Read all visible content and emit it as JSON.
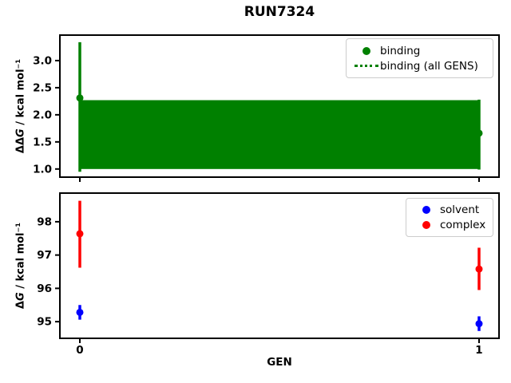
{
  "figure": {
    "title": "RUN7324",
    "background_color": "#ffffff",
    "spine_color": "#000000",
    "legend_border_color": "#cccccc"
  },
  "chart_data": [
    {
      "type": "errorbar",
      "ylabel": "ΔΔG / kcal mol⁻¹",
      "ylabel_parts": {
        "prefix": "ΔΔ",
        "var": "G",
        "suffix": " / kcal mol⁻¹"
      },
      "xlim": [
        -0.05,
        1.05
      ],
      "ylim": [
        0.85,
        3.47
      ],
      "yticks": [
        1.0,
        1.5,
        2.0,
        2.5,
        3.0
      ],
      "ytick_labels": [
        "1.0",
        "1.5",
        "2.0",
        "2.5",
        "3.0"
      ],
      "xticks": [
        0,
        1
      ],
      "xtick_labels": [
        "0",
        "1"
      ],
      "xtick_labels_visible": false,
      "grid": false,
      "legend_position": "upper right",
      "band": {
        "label": "binding (all GENS)",
        "x_from": 0,
        "x_to": 1,
        "y_low": 1.0,
        "y_high": 2.27,
        "color": "#008000",
        "line_style": "dotted"
      },
      "series": [
        {
          "name": "binding",
          "color": "#008000",
          "x": [
            0,
            1
          ],
          "y": [
            2.31,
            1.66
          ],
          "err_low": [
            0.95,
            0.99
          ],
          "err_high": [
            3.34,
            2.28
          ]
        }
      ],
      "legend": [
        {
          "label": "binding",
          "glyph": "dot",
          "color": "#008000"
        },
        {
          "label": "binding (all GENS)",
          "glyph": "dotted-line",
          "color": "#008000"
        }
      ],
      "axes_rect": [
        75,
        44,
        550,
        178
      ]
    },
    {
      "type": "errorbar",
      "ylabel": "ΔG / kcal mol⁻¹",
      "ylabel_parts": {
        "prefix": "Δ",
        "var": "G",
        "suffix": " / kcal mol⁻¹"
      },
      "xlabel": "GEN",
      "xlim": [
        -0.05,
        1.05
      ],
      "ylim": [
        94.5,
        98.86
      ],
      "yticks": [
        95,
        96,
        97,
        98
      ],
      "ytick_labels": [
        "95",
        "96",
        "97",
        "98"
      ],
      "xticks": [
        0,
        1
      ],
      "xtick_labels": [
        "0",
        "1"
      ],
      "xtick_labels_visible": true,
      "grid": false,
      "legend_position": "upper right",
      "series": [
        {
          "name": "solvent",
          "color": "#0000ff",
          "x": [
            0,
            1
          ],
          "y": [
            95.28,
            94.94
          ],
          "err_low": [
            95.06,
            94.72
          ],
          "err_high": [
            95.5,
            95.16
          ]
        },
        {
          "name": "complex",
          "color": "#ff0000",
          "x": [
            0,
            1
          ],
          "y": [
            97.64,
            96.58
          ],
          "err_low": [
            96.62,
            95.95
          ],
          "err_high": [
            98.63,
            97.22
          ]
        }
      ],
      "legend": [
        {
          "label": "solvent",
          "glyph": "dot",
          "color": "#0000ff"
        },
        {
          "label": "complex",
          "glyph": "dot",
          "color": "#ff0000"
        }
      ],
      "axes_rect": [
        75,
        242,
        550,
        182
      ]
    }
  ]
}
